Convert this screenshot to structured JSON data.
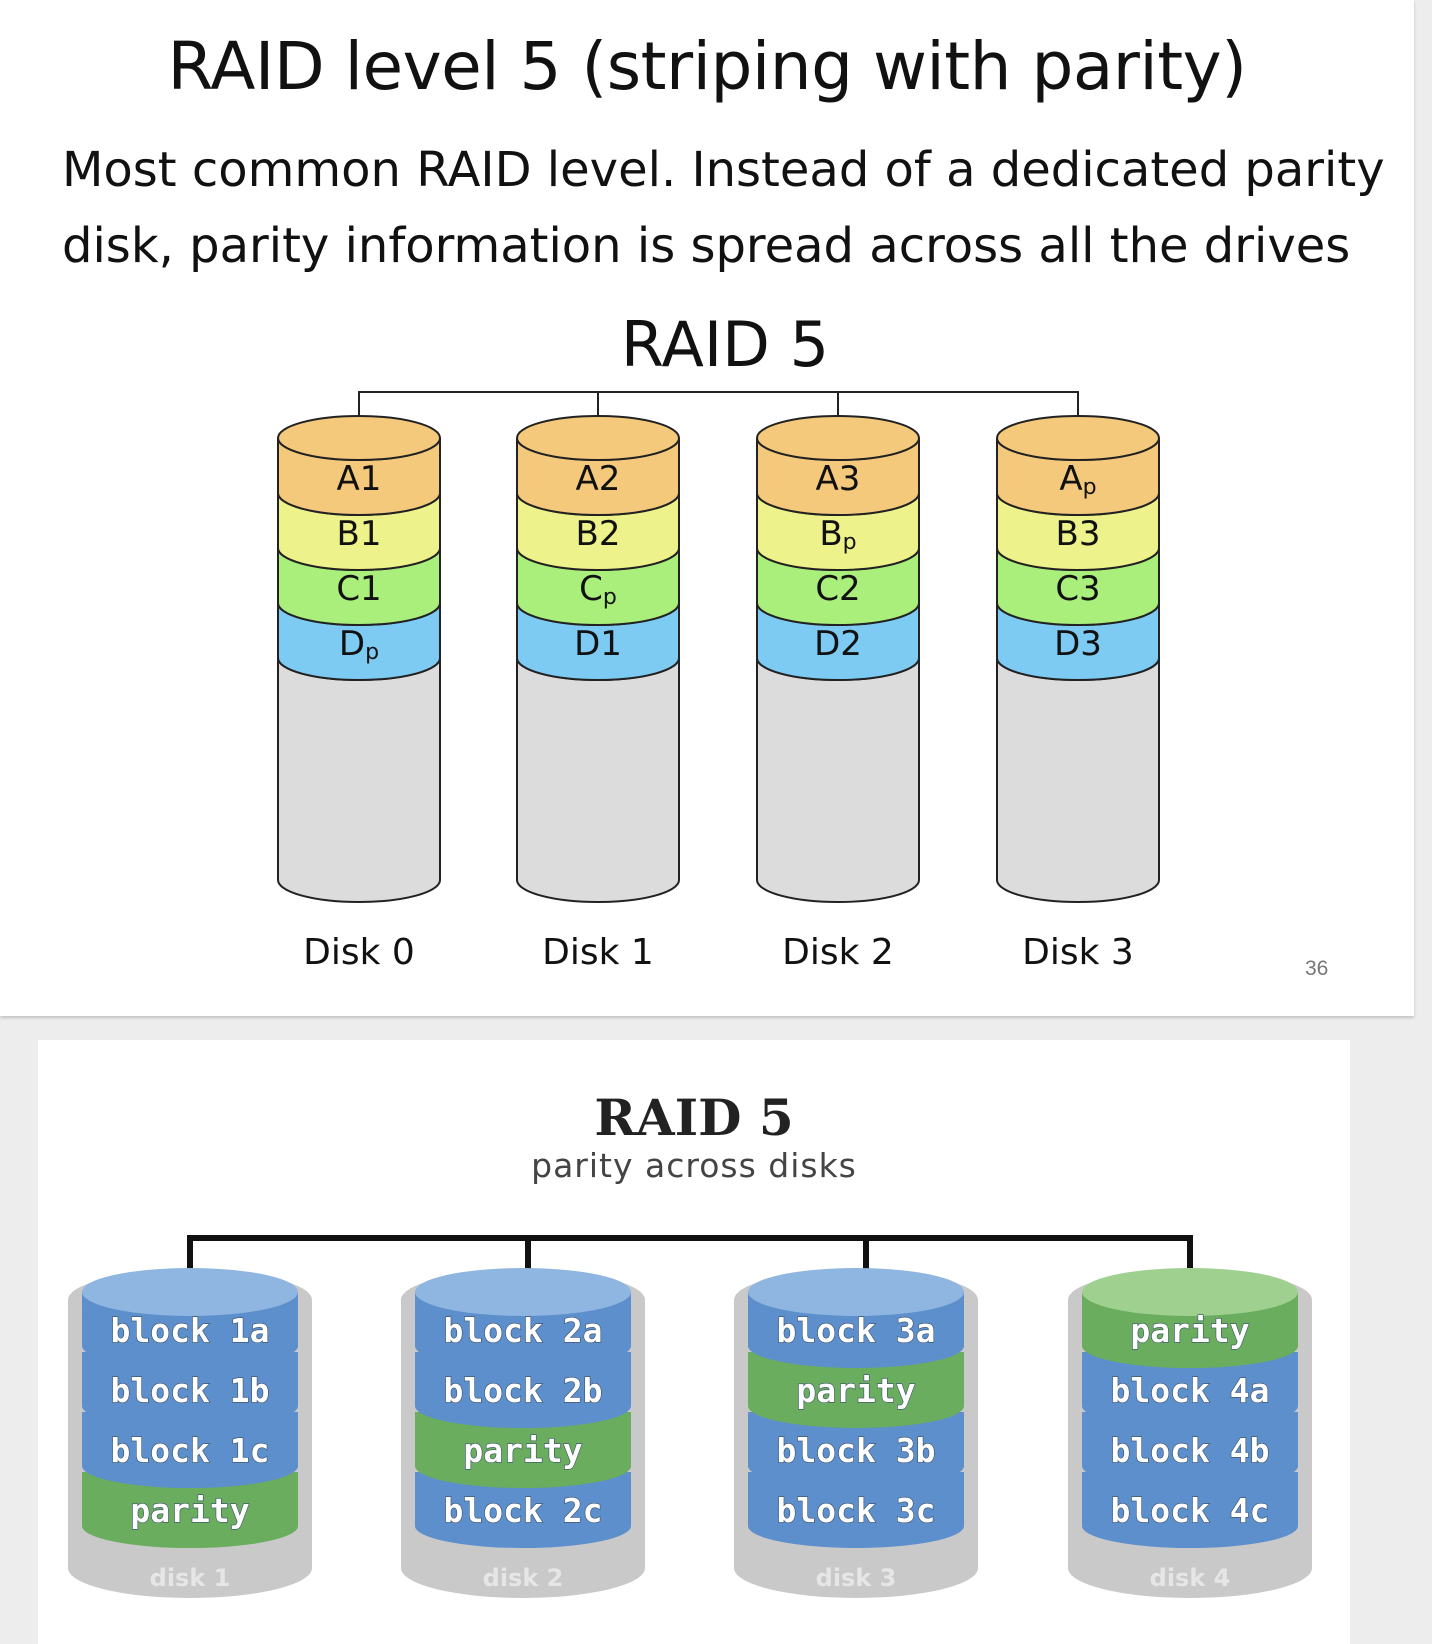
{
  "slide": {
    "title": "RAID level 5 (striping with parity)",
    "body": "Most common RAID level.  Instead of a dedicated parity disk, parity information is spread across all the drives",
    "page_number": "36"
  },
  "diagram_top": {
    "title": "RAID 5",
    "colors": {
      "row_a": "#f4c97c",
      "row_b": "#eef28a",
      "row_c": "#aaee7c",
      "row_d": "#7dcbf3",
      "body": "#dcdcdc",
      "outline": "#222222"
    },
    "disks": [
      {
        "label": "Disk 0",
        "blocks": [
          {
            "main": "A1",
            "sub": ""
          },
          {
            "main": "B1",
            "sub": ""
          },
          {
            "main": "C1",
            "sub": ""
          },
          {
            "main": "D",
            "sub": "p"
          }
        ]
      },
      {
        "label": "Disk 1",
        "blocks": [
          {
            "main": "A2",
            "sub": ""
          },
          {
            "main": "B2",
            "sub": ""
          },
          {
            "main": "C",
            "sub": "p"
          },
          {
            "main": "D1",
            "sub": ""
          }
        ]
      },
      {
        "label": "Disk 2",
        "blocks": [
          {
            "main": "A3",
            "sub": ""
          },
          {
            "main": "B",
            "sub": "p"
          },
          {
            "main": "C2",
            "sub": ""
          },
          {
            "main": "D2",
            "sub": ""
          }
        ]
      },
      {
        "label": "Disk 3",
        "blocks": [
          {
            "main": "A",
            "sub": "p"
          },
          {
            "main": "B3",
            "sub": ""
          },
          {
            "main": "C3",
            "sub": ""
          },
          {
            "main": "D3",
            "sub": ""
          }
        ]
      }
    ]
  },
  "diagram_bottom": {
    "title": "RAID 5",
    "subtitle": "parity across disks",
    "colors": {
      "data_block": "#5c8fcc",
      "data_top": "#8fb6e0",
      "parity_block": "#6aad5e",
      "parity_top": "#9fd090",
      "disk_body": "#c9c9c9",
      "disk_label": "#e6e6e6"
    },
    "disks": [
      {
        "label": "disk 1",
        "blocks": [
          {
            "text": "block 1a",
            "type": "data"
          },
          {
            "text": "block 1b",
            "type": "data"
          },
          {
            "text": "block 1c",
            "type": "data"
          },
          {
            "text": "parity",
            "type": "parity"
          }
        ]
      },
      {
        "label": "disk 2",
        "blocks": [
          {
            "text": "block 2a",
            "type": "data"
          },
          {
            "text": "block 2b",
            "type": "data"
          },
          {
            "text": "parity",
            "type": "parity"
          },
          {
            "text": "block 2c",
            "type": "data"
          }
        ]
      },
      {
        "label": "disk 3",
        "blocks": [
          {
            "text": "block 3a",
            "type": "data"
          },
          {
            "text": "parity",
            "type": "parity"
          },
          {
            "text": "block 3b",
            "type": "data"
          },
          {
            "text": "block 3c",
            "type": "data"
          }
        ]
      },
      {
        "label": "disk 4",
        "blocks": [
          {
            "text": "parity",
            "type": "parity"
          },
          {
            "text": "block 4a",
            "type": "data"
          },
          {
            "text": "block 4b",
            "type": "data"
          },
          {
            "text": "block 4c",
            "type": "data"
          }
        ]
      }
    ]
  }
}
